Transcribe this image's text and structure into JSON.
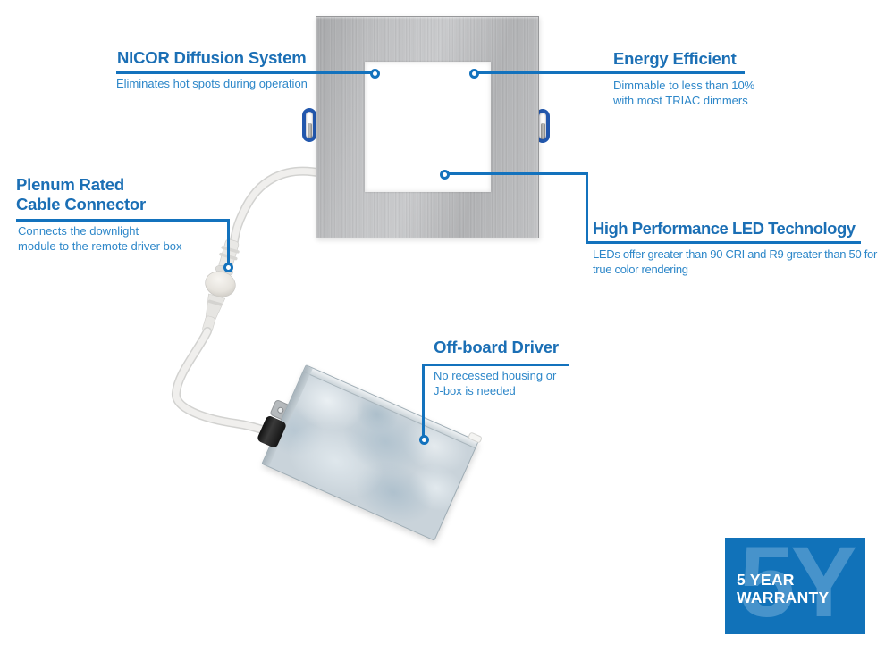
{
  "colors": {
    "title_blue": "#1b6fb5",
    "subtitle_blue": "#2d87c9",
    "line_blue": "#1372bd",
    "badge_blue": "#1172b9",
    "badge_watermark_blue": "#4793cb",
    "clip_blue": "#2257ad",
    "background": "#ffffff"
  },
  "callouts": {
    "diffusion": {
      "title": "NICOR Diffusion System",
      "desc_line1": "Eliminates hot spots during operation"
    },
    "energy": {
      "title": "Energy Efficient",
      "desc_line1": "Dimmable to less than 10%",
      "desc_line2": "with most TRIAC dimmers"
    },
    "plenum": {
      "title_line1": "Plenum Rated",
      "title_line2": "Cable Connector",
      "desc_line1": "Connects the downlight",
      "desc_line2": "module to the remote driver box"
    },
    "led": {
      "title": "High Performance LED Technology",
      "desc_line1": "LEDs offer greater than 90 CRI and R9 greater than 50 for",
      "desc_line2": "true color rendering"
    },
    "driver": {
      "title": "Off-board Driver",
      "desc_line1": "No recessed housing or",
      "desc_line2": "J-box is needed"
    }
  },
  "warranty": {
    "watermark": "5Y",
    "line1": "5 YEAR",
    "line2": "WARRANTY"
  }
}
